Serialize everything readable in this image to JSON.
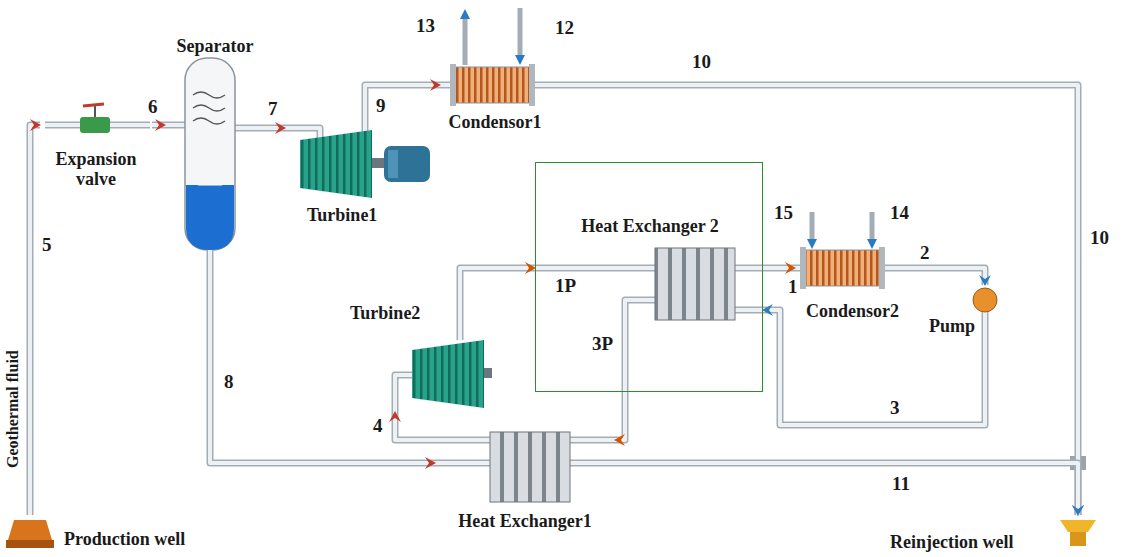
{
  "diagram": {
    "nodes": [
      {
        "text": [
          "Separator"
        ]
      },
      {
        "text": [
          "Expansion valve"
        ]
      },
      {
        "text": [
          "Turbine1"
        ]
      },
      {
        "text": [
          "Condensor1"
        ]
      },
      {
        "text": [
          "Heat Exchanger 2"
        ]
      },
      {
        "text": [
          "Condensor2"
        ]
      },
      {
        "text": [
          "Turbine2"
        ]
      },
      {
        "text": [
          "Pump"
        ]
      },
      {
        "text": [
          "Heat Exchanger1"
        ]
      },
      {
        "text": [
          "Production well"
        ]
      },
      {
        "text": [
          "Reinjection well"
        ]
      }
    ],
    "edges": [
      {
        "from": 9,
        "to": 1,
        "arrow": "to",
        "label": "5"
      },
      {
        "from": 1,
        "to": 0,
        "arrow": "to",
        "label": "6"
      },
      {
        "from": 0,
        "to": 2,
        "arrow": "to",
        "label": "7"
      },
      {
        "from": 2,
        "to": 3,
        "arrow": "to",
        "label": "9"
      },
      {
        "from": 3,
        "to": 10,
        "arrow": "to",
        "label": "10"
      },
      {
        "from": 0,
        "to": 8,
        "arrow": "to",
        "label": "8"
      },
      {
        "from": 8,
        "to": 10,
        "arrow": "to",
        "label": "11"
      },
      {
        "from": 6,
        "to": 4,
        "arrow": "to",
        "label": "1P"
      },
      {
        "from": 4,
        "to": 5,
        "arrow": "to",
        "label": "1"
      },
      {
        "from": 5,
        "to": 7,
        "arrow": "to",
        "label": "2"
      },
      {
        "from": 7,
        "to": 4,
        "arrow": "to",
        "label": "3"
      },
      {
        "from": 4,
        "to": 8,
        "arrow": "to",
        "label": "3P"
      },
      {
        "from": 8,
        "to": 6,
        "arrow": "to",
        "label": "4"
      }
    ],
    "labels": [
      "Geothermal fluid",
      "13",
      "12",
      "10",
      "15",
      "14"
    ]
  }
}
